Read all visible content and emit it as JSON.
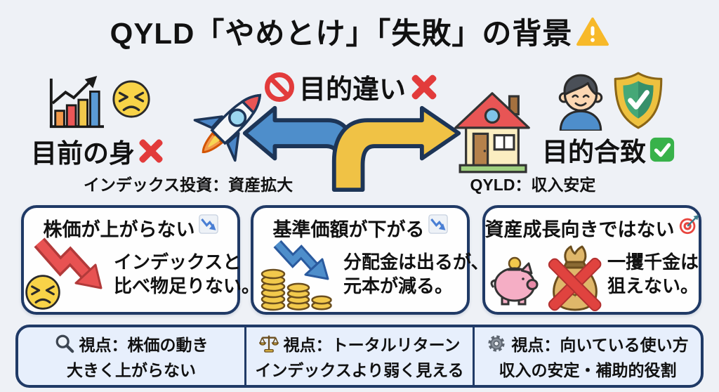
{
  "header": {
    "title": "QYLD「やめとけ」「失敗」の背景"
  },
  "diagram": {
    "left": {
      "label": "目前の身",
      "caption": "インデックス投資：資産拡大"
    },
    "center": {
      "label": "目的違い"
    },
    "right": {
      "label": "目的合致",
      "caption": "QYLD：収入安定"
    }
  },
  "cards": [
    {
      "title": "株価が上がらない",
      "line1": "インデックスと",
      "line2": "比べ物足りない。"
    },
    {
      "title": "基準価額が下がる",
      "line1": "分配金は出るが、",
      "line2": "元本が減る。"
    },
    {
      "title": "資産成長向きではない",
      "line1": "一攫千金は",
      "line2": "狙えない。"
    }
  ],
  "footer": {
    "sections": [
      {
        "line1": "視点：株価の動き",
        "line2": "大きく上がらない"
      },
      {
        "line1": "視点：トータルリターン",
        "line2": "インデックスより弱く見える"
      },
      {
        "line1": "視点：向いている使い方",
        "line2": "収入の安定・補助的役割"
      }
    ]
  },
  "icons": {
    "warning-icon": "⚠️",
    "no-entry-icon": "🚫",
    "cross-mark-icon": "❌",
    "check-mark-icon": "✅",
    "chart-down-icon": "📉",
    "target-icon": "🎯",
    "rocket-icon": "🚀",
    "frustrated-face-icon": "😣",
    "bar-chart-icon": "📊",
    "house-icon": "🏠",
    "person-icon": "🧑",
    "shield-check-icon": "🛡️",
    "coin-stacks-icon": "🪙",
    "piggy-bank-icon": "🐷",
    "crossed-money-bag-icon": "💰",
    "magnifier-icon": "🔍",
    "scale-icon": "⚖️",
    "gear-icon": "⚙️"
  },
  "colors": {
    "background": "#eef1f6",
    "navy_border": "#203a66",
    "card_bg": "#fefefe",
    "footer_bg": "#e7effc",
    "red": "#e23b3b",
    "blue_arrow": "#4e8ecb",
    "yellow_arrow": "#f0c245",
    "green_check": "#38b24a",
    "gold": "#f2c94c"
  }
}
